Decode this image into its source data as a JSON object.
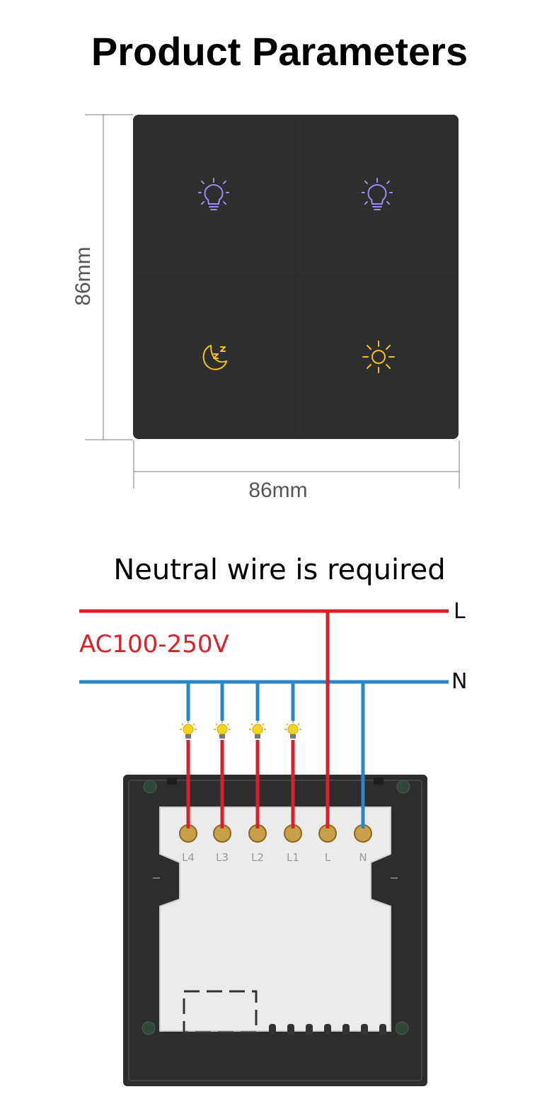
{
  "title": "Product Parameters",
  "dimensions": {
    "height": "86mm",
    "width": "86mm"
  },
  "panel": {
    "keys": [
      {
        "icon": "bulb-icon",
        "color": "#9b8cf0"
      },
      {
        "icon": "bulb-icon",
        "color": "#9b8cf0"
      },
      {
        "icon": "moon-sleep-icon",
        "color": "#f2c11b"
      },
      {
        "icon": "sun-icon",
        "color": "#f2c11b"
      }
    ]
  },
  "wiring": {
    "subtitle": "Neutral wire is required",
    "voltage": "AC100-250V",
    "line_label": "L",
    "neutral_label": "N",
    "line_color": "#d9212a",
    "neutral_color": "#2a86c8",
    "terminals": [
      "L4",
      "L3",
      "L2",
      "L1",
      "L",
      "N"
    ]
  }
}
